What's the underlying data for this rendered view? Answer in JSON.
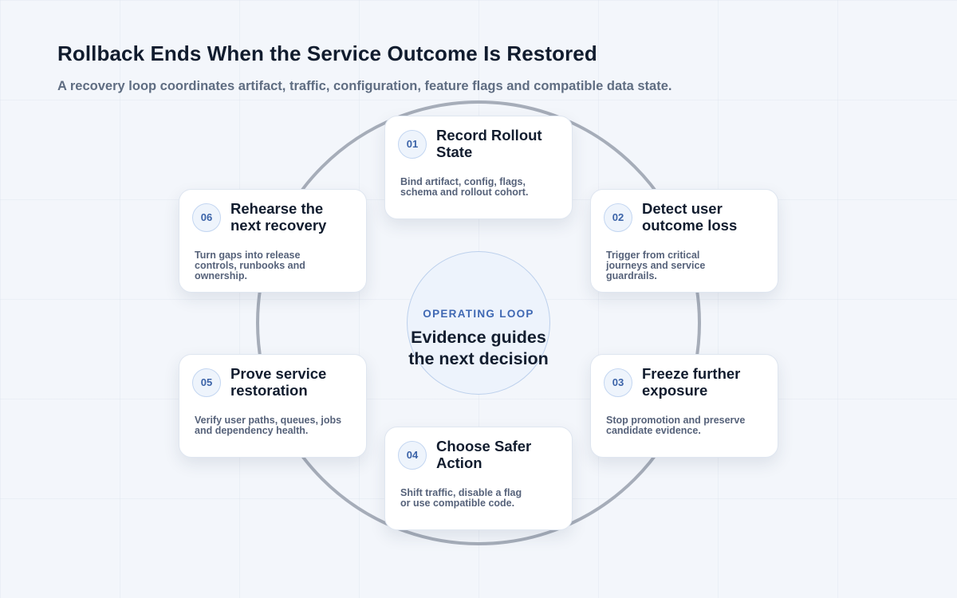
{
  "header": {
    "title": "Rollback Ends When the Service Outcome Is Restored",
    "subtitle": "A recovery loop coordinates artifact, traffic, configuration, feature flags and compatible data state."
  },
  "center": {
    "kicker": "OPERATING LOOP",
    "text": "Evidence guides the next decision"
  },
  "steps": [
    {
      "number": "01",
      "title": "Record Rollout State",
      "description": "Bind artifact, config, flags, schema and rollout cohort."
    },
    {
      "number": "02",
      "title": "Detect user outcome loss",
      "description": "Trigger from critical journeys and service guardrails."
    },
    {
      "number": "03",
      "title": "Freeze further exposure",
      "description": "Stop promotion and preserve candidate evidence."
    },
    {
      "number": "04",
      "title": "Choose Safer Action",
      "description": "Shift traffic, disable a flag or use compatible code."
    },
    {
      "number": "05",
      "title": "Prove service restoration",
      "description": "Verify user paths, queues, jobs and dependency health."
    },
    {
      "number": "06",
      "title": "Rehearse the next recovery",
      "description": "Turn gaps into release controls, runbooks and ownership."
    }
  ],
  "colors": {
    "ring": "#a6adb9",
    "accent": "#3f68b3",
    "background": "#f3f6fb"
  }
}
